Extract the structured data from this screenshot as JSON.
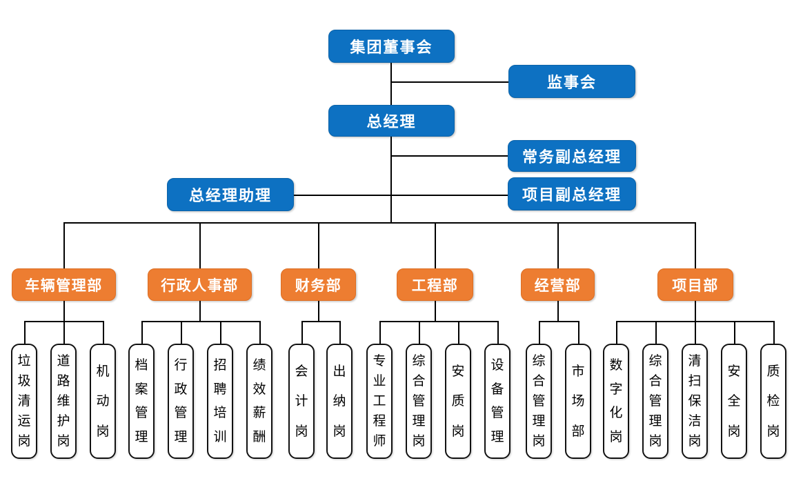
{
  "org": {
    "top": {
      "board": "集团董事会",
      "supervisory": "监事会",
      "general_manager": "总经理",
      "executive_deputy_gm": "常务副总经理",
      "gm_assistant": "总经理助理",
      "project_deputy_gm": "项目副总经理"
    },
    "departments": [
      {
        "label": "车辆管理部",
        "positions": [
          "垃圾清运岗",
          "道路维护岗",
          "机动岗"
        ]
      },
      {
        "label": "行政人事部",
        "positions": [
          "档案管理",
          "行政管理",
          "招聘培训",
          "绩效薪酬"
        ]
      },
      {
        "label": "财务部",
        "positions": [
          "会计岗",
          "出纳岗"
        ]
      },
      {
        "label": "工程部",
        "positions": [
          "专业工程师",
          "综合管理岗",
          "安质岗",
          "设备管理"
        ]
      },
      {
        "label": "经营部",
        "positions": [
          "综合管理岗",
          "市场部"
        ]
      },
      {
        "label": "项目部",
        "positions": [
          "数字化岗",
          "综合管理岗",
          "清扫保洁岗",
          "安全岗",
          "质检岗"
        ]
      }
    ],
    "colors": {
      "node_blue": "#0d71c2",
      "dept_orange": "#ed7d31",
      "line": "#000000",
      "position_border": "#111111"
    }
  }
}
